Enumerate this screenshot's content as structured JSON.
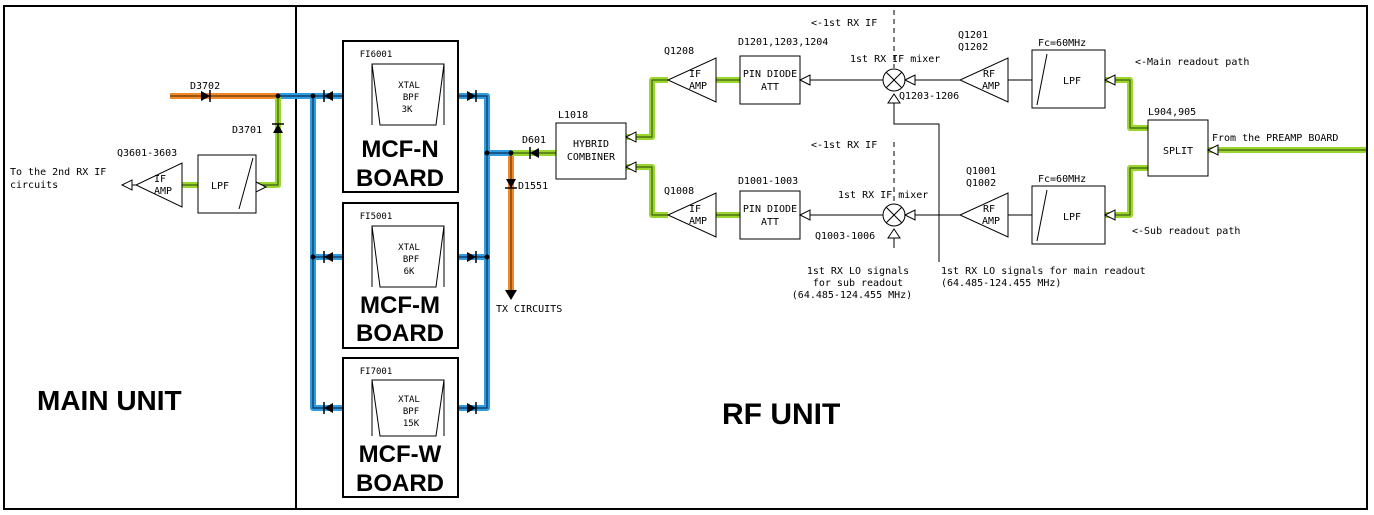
{
  "colors": {
    "green_path": "#9bd62f",
    "blue_path": "#2f9be0",
    "orange_path": "#ee8a2a"
  },
  "units": {
    "main": "MAIN UNIT",
    "rf": "RF UNIT"
  },
  "boards": {
    "n": {
      "ref": "FI6001",
      "filter_line1": "XTAL",
      "filter_line2": "BPF",
      "filter_line3": "3K",
      "name_line1": "MCF-N",
      "name_line2": "BOARD"
    },
    "m": {
      "ref": "FI5001",
      "filter_line1": "XTAL",
      "filter_line2": "BPF",
      "filter_line3": "6K",
      "name_line1": "MCF-M",
      "name_line2": "BOARD"
    },
    "w": {
      "ref": "FI7001",
      "filter_line1": "XTAL",
      "filter_line2": "BPF",
      "filter_line3": "15K",
      "name_line1": "MCF-W",
      "name_line2": "BOARD"
    }
  },
  "main_unit": {
    "d3702": "D3702",
    "d3701": "D3701",
    "q3601": "Q3601-3603",
    "out_label_line1": "To the 2nd RX IF",
    "out_label_line2": "circuits",
    "if_amp_line1": "IF",
    "if_amp_line2": "AMP",
    "lpf": "LPF"
  },
  "rf_unit": {
    "d601": "D601",
    "d1551": "D1551",
    "tx": "TX CIRCUITS",
    "l1018": "L1018",
    "hybrid_line1": "HYBRID",
    "hybrid_line2": "COMBINER",
    "main_path": {
      "q_if": "Q1208",
      "if_amp_line1": "IF",
      "if_amp_line2": "AMP",
      "d_ref": "D1201,1203,1204",
      "att_line1": "PIN DIODE",
      "att_line2": "ATT",
      "mixer_label": "1st RX IF mixer",
      "mixer_q": "Q1203-1206",
      "if_tap": "<-1st RX IF",
      "q_rf_line1": "Q1201",
      "q_rf_line2": "Q1202",
      "rf_amp_line1": "RF",
      "rf_amp_line2": "AMP",
      "fc": "Fc=60MHz",
      "lpf": "LPF",
      "path_label": "<-Main readout path"
    },
    "sub_path": {
      "q_if": "Q1008",
      "if_amp_line1": "IF",
      "if_amp_line2": "AMP",
      "d_ref": "D1001-1003",
      "att_line1": "PIN DIODE",
      "att_line2": "ATT",
      "mixer_label": "1st RX IF mixer",
      "mixer_q": "Q1003-1006",
      "if_tap": "<-1st RX IF",
      "q_rf_line1": "Q1001",
      "q_rf_line2": "Q1002",
      "rf_amp_line1": "RF",
      "rf_amp_line2": "AMP",
      "fc": "Fc=60MHz",
      "lpf": "LPF",
      "path_label": "<-Sub readout path"
    },
    "l904": "L904,905",
    "split": "SPLIT",
    "preamp": "From the PREAMP BOARD",
    "lo_sub_line1": "1st RX LO signals",
    "lo_sub_line2": "for sub readout",
    "lo_sub_line3": "(64.485-124.455 MHz)",
    "lo_main_line1": "1st RX LO signals for main readout",
    "lo_main_line2": "(64.485-124.455 MHz)"
  }
}
